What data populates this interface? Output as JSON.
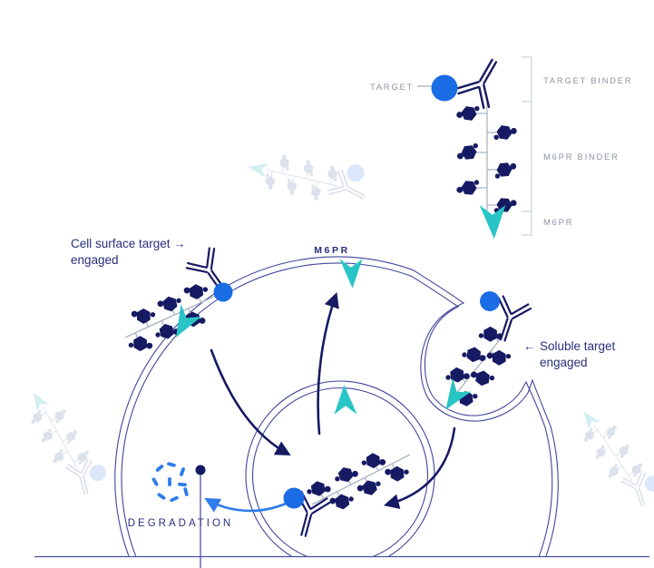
{
  "palette": {
    "navy": "#161a63",
    "text_navy": "#272f7d",
    "membrane": "#40459c",
    "teal": "#29c5c6",
    "blue": "#1a6de4",
    "chain_gray": "#a9b3c0",
    "label_gray": "#8d95a3",
    "bracket_gray": "#c2c8d2",
    "arrow_blue": "#2e7ceb",
    "wm_shape": "#dde1ec",
    "wm_teal": "#d2eff1",
    "wm_blue": "#dce8f9",
    "baseline": "#4a4f9e",
    "background": "#ffffff"
  },
  "reference_panel": {
    "target_label": "TARGET",
    "bracket_labels": [
      "TARGET BINDER",
      "M6PR BINDER",
      "M6PR"
    ]
  },
  "annotations": {
    "cell_surface_line1": "Cell surface target",
    "cell_surface_line2": "engaged",
    "cell_surface_arrow": "→",
    "m6pr_label": "M6PR",
    "soluble_arrow": "←",
    "soluble_line1": "Soluble target",
    "soluble_line2": "engaged",
    "degradation_label": "DEGRADATION"
  }
}
